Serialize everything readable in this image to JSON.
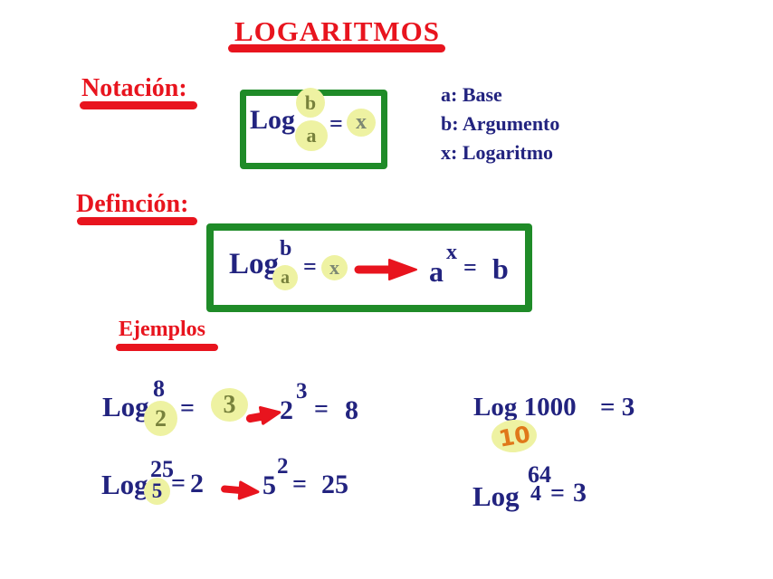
{
  "title": "LOGARITMOS",
  "notation": {
    "heading": "Notación:",
    "formula": {
      "func": "Log",
      "sup": "b",
      "sub": "a",
      "eq": "=",
      "res": "x"
    },
    "legend": [
      "a: Base",
      "b: Argumento",
      "x: Logaritmo"
    ]
  },
  "definition": {
    "heading": "Definción:",
    "lhs": {
      "func": "Log",
      "sup": "b",
      "sub": "a",
      "eq": "=",
      "res": "x"
    },
    "rhs": {
      "base": "a",
      "exp": "x",
      "eq": "=",
      "res": "b"
    }
  },
  "examples": {
    "heading": "Ejemplos",
    "ex1": {
      "func": "Log",
      "sup": "8",
      "sub": "2",
      "eq": "=",
      "res": "3",
      "rbase": "2",
      "rexp": "3",
      "req": "=",
      "rres": "8"
    },
    "ex2": {
      "lhs": "Log 1000",
      "eq": "= 3",
      "note": "10"
    },
    "ex3": {
      "func": "Log",
      "sup": "25",
      "sub": "5",
      "eq": "=",
      "res": "2",
      "rbase": "5",
      "rexp": "2",
      "req": "=",
      "rres": "25"
    },
    "ex4": {
      "func": "Log",
      "sup": "64",
      "sub": "4",
      "eq": "=",
      "res": "3"
    }
  },
  "colors": {
    "red": "#e8141e",
    "navy": "#22237f",
    "green": "#1f8b28",
    "highlight": "#eef2a2",
    "olive": "#77813c",
    "gray_olive": "#7d8873",
    "orange": "#e0781a"
  }
}
